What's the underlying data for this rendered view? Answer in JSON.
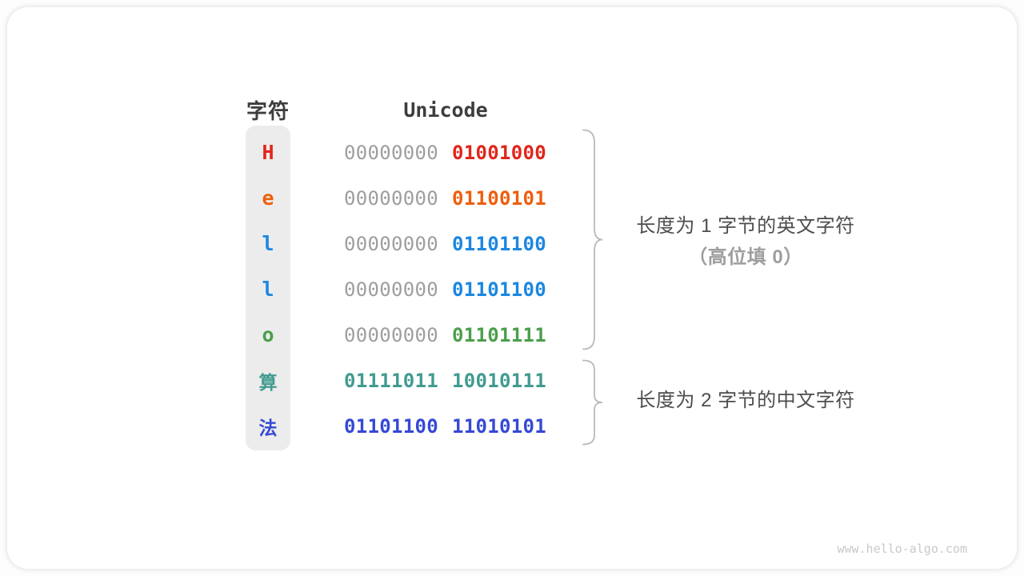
{
  "headers": {
    "char_col": "字符",
    "unicode_col": "Unicode"
  },
  "rows": [
    {
      "char": "H",
      "char_color": "#e0261c",
      "byte1": "00000000",
      "byte1_color": "#9e9e9e",
      "byte1_bold": false,
      "byte2": "01001000",
      "byte2_color": "#e0261c"
    },
    {
      "char": "e",
      "char_color": "#ed5f0e",
      "byte1": "00000000",
      "byte1_color": "#9e9e9e",
      "byte1_bold": false,
      "byte2": "01100101",
      "byte2_color": "#ed5f0e"
    },
    {
      "char": "l",
      "char_color": "#1c87e0",
      "byte1": "00000000",
      "byte1_color": "#9e9e9e",
      "byte1_bold": false,
      "byte2": "01101100",
      "byte2_color": "#1c87e0"
    },
    {
      "char": "l",
      "char_color": "#1c87e0",
      "byte1": "00000000",
      "byte1_color": "#9e9e9e",
      "byte1_bold": false,
      "byte2": "01101100",
      "byte2_color": "#1c87e0"
    },
    {
      "char": "o",
      "char_color": "#4b9e4b",
      "byte1": "00000000",
      "byte1_color": "#9e9e9e",
      "byte1_bold": false,
      "byte2": "01101111",
      "byte2_color": "#4b9e4b"
    },
    {
      "char": "算",
      "char_color": "#419b90",
      "byte1": "01111011",
      "byte1_color": "#419b90",
      "byte1_bold": true,
      "byte2": "10010111",
      "byte2_color": "#419b90"
    },
    {
      "char": "法",
      "char_color": "#3549d4",
      "byte1": "01101100",
      "byte1_color": "#3549d4",
      "byte1_bold": true,
      "byte2": "11010101",
      "byte2_color": "#3549d4"
    }
  ],
  "groups": {
    "english": {
      "line1": "长度为 1 字节的英文字符",
      "line2": "（高位填 0）"
    },
    "chinese": {
      "line1": "长度为 2 字节的中文字符"
    }
  },
  "watermark": "www.hello-algo.com",
  "colors": {
    "header_text": "#3d3d3d",
    "annotation_dark": "#4d4d4d",
    "annotation_light": "#9e9e9e",
    "gray_bits": "#9e9e9e",
    "brace": "#b9b9b9",
    "char_column_bg": "#ececec",
    "card_bg": "#ffffff"
  }
}
